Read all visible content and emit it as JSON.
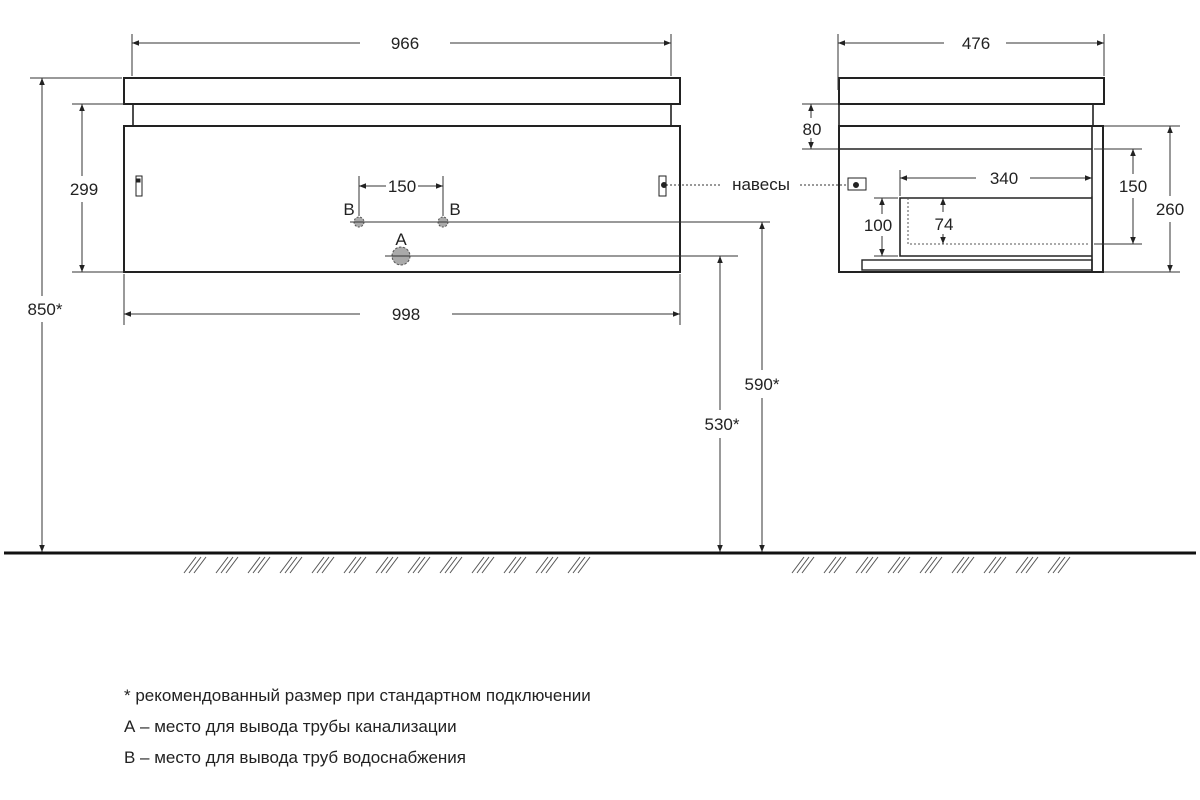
{
  "front_view": {
    "top_width": "966",
    "body_width": "998",
    "body_height": "299",
    "total_height": "850*",
    "pipe_spacing": "150",
    "water_outlet_label": "B",
    "drain_outlet_label": "A",
    "water_height": "590*",
    "drain_height": "530*",
    "hinge_label": "навесы"
  },
  "side_view": {
    "depth": "476",
    "top_gap": "80",
    "drawer_depth": "340",
    "drawer_front_height": "150",
    "side_height": "260",
    "inner_height": "100",
    "inner_depth": "74"
  },
  "notes": [
    "* рекомендованный размер при стандартном подключении",
    "А – место для вывода трубы канализации",
    "В – место для вывода труб водоснабжения"
  ],
  "colors": {
    "line": "#222222",
    "thin": "#333333",
    "dotted": "#555555",
    "outlet_fill": "#aaaaaa"
  }
}
